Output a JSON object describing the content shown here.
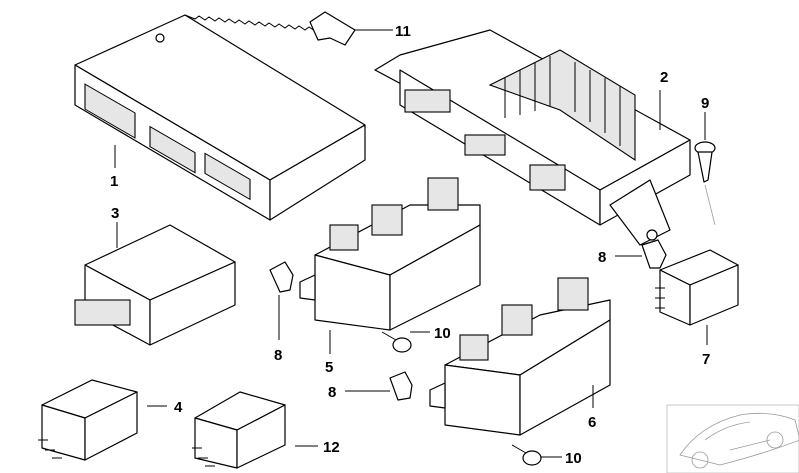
{
  "diagram": {
    "callouts": [
      {
        "id": "c11",
        "label": "11"
      },
      {
        "id": "c2",
        "label": "2"
      },
      {
        "id": "c9",
        "label": "9"
      },
      {
        "id": "c1",
        "label": "1"
      },
      {
        "id": "c3",
        "label": "3"
      },
      {
        "id": "c8a",
        "label": "8"
      },
      {
        "id": "c8b",
        "label": "8"
      },
      {
        "id": "c10a",
        "label": "10"
      },
      {
        "id": "c5",
        "label": "5"
      },
      {
        "id": "c7",
        "label": "7"
      },
      {
        "id": "c8c",
        "label": "8"
      },
      {
        "id": "c4",
        "label": "4"
      },
      {
        "id": "c6",
        "label": "6"
      },
      {
        "id": "c12",
        "label": "12"
      },
      {
        "id": "c10b",
        "label": "10"
      }
    ]
  }
}
